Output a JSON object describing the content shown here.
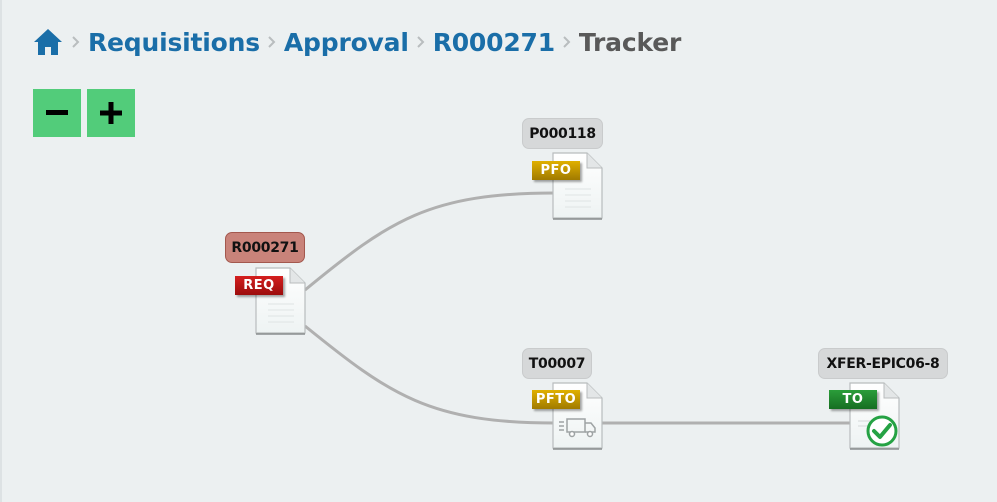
{
  "breadcrumb": {
    "home_icon": "home-icon",
    "separator_icon": "chevron-right-icon",
    "items": [
      {
        "label": "Requisitions",
        "link": true
      },
      {
        "label": "Approval",
        "link": true
      },
      {
        "label": "R000271",
        "link": true
      },
      {
        "label": "Tracker",
        "link": false
      }
    ]
  },
  "zoom_controls": {
    "zoom_out_icon": "minus-icon",
    "zoom_in_icon": "plus-icon",
    "color": "#52cc7a"
  },
  "graph": {
    "nodes": [
      {
        "id": "R000271",
        "label": "R000271",
        "tag": "REQ",
        "tag_color": "#b51616",
        "label_style": "highlighted",
        "icon": "document-icon"
      },
      {
        "id": "P000118",
        "label": "P000118",
        "tag": "PFO",
        "tag_color": "#c79a00",
        "label_style": "default",
        "icon": "document-icon"
      },
      {
        "id": "T00007",
        "label": "T00007",
        "tag": "PFTO",
        "tag_color": "#c79a00",
        "label_style": "default",
        "icon": "truck-document-icon"
      },
      {
        "id": "XFER-EPIC06-8",
        "label": "XFER-EPIC06-8",
        "tag": "TO",
        "tag_color": "#1f8a2e",
        "label_style": "default",
        "icon": "check-document-icon"
      }
    ],
    "edges": [
      {
        "from": "R000271",
        "to": "P000118"
      },
      {
        "from": "R000271",
        "to": "T00007"
      },
      {
        "from": "T00007",
        "to": "XFER-EPIC06-8"
      }
    ]
  },
  "colors": {
    "background": "#ecf0f1",
    "link": "#1a6ea8",
    "current_crumb": "#595959",
    "edge": "#b0b0b0",
    "highlight_label": "#c9837a"
  }
}
